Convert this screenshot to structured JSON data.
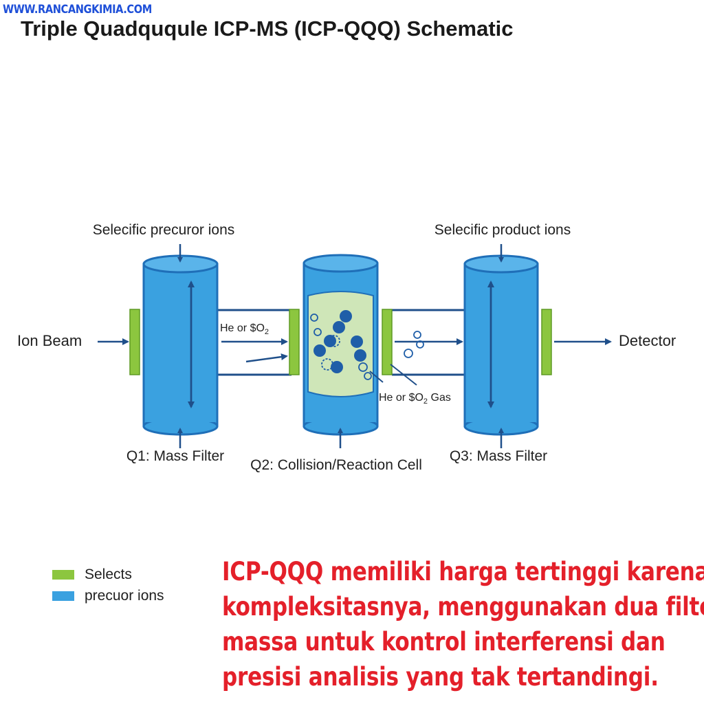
{
  "watermark": "WWW.RANCANGKIMIA.COM",
  "title": "Triple Quadququle ICP-MS (ICP-QQQ) Schematic",
  "labels": {
    "q1_top": "Selecific precuror ions",
    "q3_top": "Selecific product ions",
    "ion_beam": "Ion Beam",
    "detector": "Detector",
    "q1": "Q1: Mass Filter",
    "q2": "Q2: Collision/Reaction Cell",
    "q3": "Q3: Mass Filter",
    "gas_inlet": "He or $O",
    "gas_inlet_sub": "2",
    "gas_cell": "He or $O",
    "gas_cell_sub": "2",
    "gas_cell_suffix": " Gas"
  },
  "legend": [
    {
      "label": "Selects",
      "color": "#8cc63f"
    },
    {
      "label": "precuor ions",
      "color": "#3aa1e0"
    }
  ],
  "caption": [
    "ICP-QQQ memiliki harga tertinggi karena",
    "kompleksitasnya, menggunakan dua filter",
    "massa untuk kontrol interferensi dan",
    "presisi analisis yang tak tertandingi."
  ],
  "colors": {
    "cylinder": "#3aa1e0",
    "cylinder_dark": "#1f6fb8",
    "lens": "#8cc63f",
    "cell_fill": "#cfe6b8",
    "arrow": "#1f4f8a",
    "caption": "#e4202a",
    "watermark": "#1e4fd8"
  }
}
